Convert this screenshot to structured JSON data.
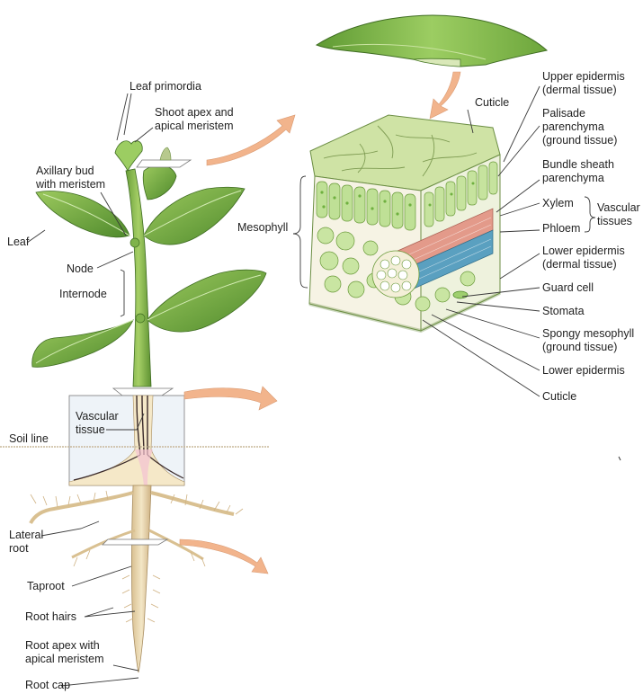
{
  "labels": {
    "leaf_primordia": "Leaf primordia",
    "shoot_apex": "Shoot apex and\napical meristem",
    "axillary_bud": "Axillary bud\nwith meristem",
    "leaf": "Leaf",
    "node": "Node",
    "internode": "Internode",
    "vascular_tissue": "Vascular\ntissue",
    "soil_line": "Soil line",
    "lateral_root": "Lateral\nroot",
    "taproot": "Taproot",
    "root_hairs": "Root hairs",
    "root_apex": "Root apex with\napical meristem",
    "root_cap": "Root cap",
    "cuticle_top": "Cuticle",
    "mesophyll": "Mesophyll",
    "upper_epidermis": "Upper epidermis\n(dermal tissue)",
    "palisade": "Palisade\nparenchyma\n(ground tissue)",
    "bundle_sheath": "Bundle sheath\nparenchyma",
    "xylem": "Xylem",
    "phloem": "Phloem",
    "vascular_tissues": "Vascular\ntissues",
    "lower_epidermis_dermal": "Lower epidermis\n(dermal tissue)",
    "guard_cell": "Guard cell",
    "stomata": "Stomata",
    "spongy": "Spongy mesophyll\n(ground tissue)",
    "lower_epidermis": "Lower epidermis",
    "cuticle_bottom": "Cuticle"
  },
  "colors": {
    "leaf_green": "#7fb34a",
    "leaf_dark": "#4e8a2a",
    "stem_green": "#8cbc4e",
    "root_tan": "#e6d2a8",
    "cell_green": "#b9dc8e",
    "chloroplast": "#6fb040",
    "xylem": "#e39a8a",
    "phloem": "#5aa0c0",
    "arrow": "#f2b48c",
    "soil_line": "#c8b89a"
  }
}
